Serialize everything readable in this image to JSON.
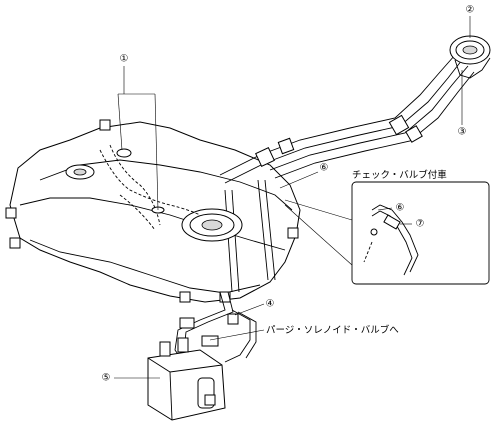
{
  "callouts": {
    "c1": "①",
    "c2": "②",
    "c3": "③",
    "c4": "④",
    "c5": "⑤",
    "c6": "⑥",
    "c6_detail": "⑥",
    "c7_detail": "⑦"
  },
  "labels": {
    "check_valve_note": "チェック・バルブ付車",
    "to_purge_solenoid": "パージ・ソレノイド・バルブへ"
  }
}
